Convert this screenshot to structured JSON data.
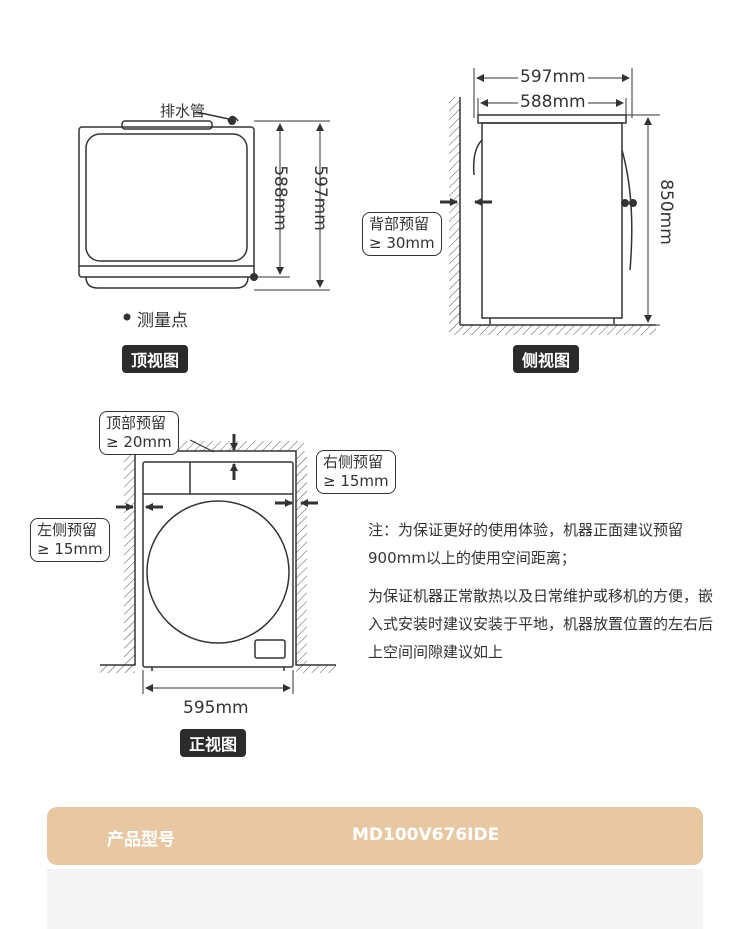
{
  "top_view": {
    "drain_label": "排水管",
    "dim_inner": "588mm",
    "dim_outer": "597mm",
    "legend_label": "测量点",
    "title": "顶视图"
  },
  "side_view": {
    "dim_outer": "597mm",
    "dim_inner": "588mm",
    "dim_height": "850mm",
    "back_gap_title": "背部预留",
    "back_gap_value": "≥ 30mm",
    "title": "侧视图"
  },
  "front_view": {
    "top_gap_title": "顶部预留",
    "top_gap_value": "≥ 20mm",
    "right_gap_title": "右侧预留",
    "right_gap_value": "≥ 15mm",
    "left_gap_title": "左侧预留",
    "left_gap_value": "≥ 15mm",
    "dim_width": "595mm",
    "title": "正视图"
  },
  "notes": {
    "line1": "注：为保证更好的使用体验，机器正面建议预留900mm以上的使用空间距离；",
    "line2": "为保证机器正常散热以及日常维护或移机的方便，嵌入式安装时建议安装于平地，机器放置位置的左右后上空间间隙建议如上"
  },
  "spec": {
    "label": "产品型号",
    "value": "MD100V676IDE"
  },
  "colors": {
    "line": "#333333",
    "spec_bar": "#e8c8a3",
    "pill": "#2b2b2b"
  }
}
